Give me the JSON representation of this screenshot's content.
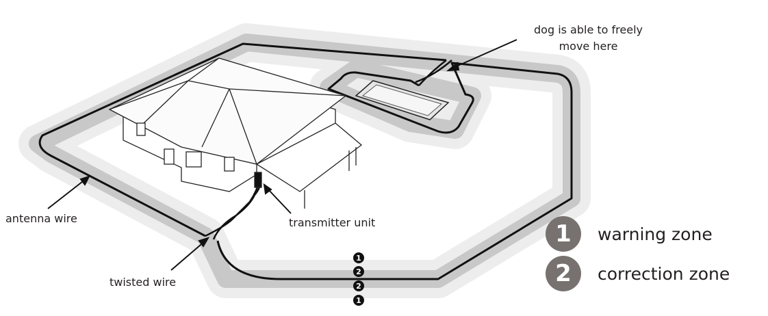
{
  "labels": {
    "free_move": "dog is able to freely move here",
    "antenna_wire": "antenna wire",
    "transmitter_unit": "transmitter unit",
    "twisted_wire": "twisted wire"
  },
  "zone_markers": [
    "1",
    "2",
    "2",
    "1"
  ],
  "legend": [
    {
      "number": "1",
      "label": "warning zone"
    },
    {
      "number": "2",
      "label": "correction zone"
    }
  ],
  "colors": {
    "warning_zone": "#ededed",
    "correction_zone": "#c8c8c8",
    "wire": "#111111",
    "badge": "#77726f"
  }
}
